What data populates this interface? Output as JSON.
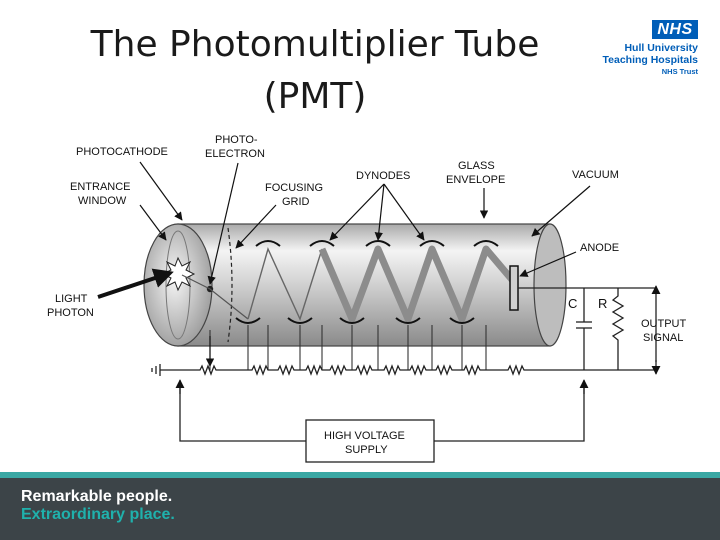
{
  "slide": {
    "title_line1": "The Photomultiplier Tube",
    "title_line2": "(PMT)"
  },
  "logo": {
    "badge": "NHS",
    "line1": "Hull University",
    "line2": "Teaching Hospitals",
    "line3": "NHS Trust",
    "badge_color": "#005eb8"
  },
  "diagram": {
    "labels": {
      "photocathode": "PHOTOCATHODE",
      "photoelectron_1": "PHOTO-",
      "photoelectron_2": "ELECTRON",
      "entrance_1": "ENTRANCE",
      "entrance_2": "WINDOW",
      "focusing_1": "FOCUSING",
      "focusing_2": "GRID",
      "dynodes": "DYNODES",
      "glass_1": "GLASS",
      "glass_2": "ENVELOPE",
      "vacuum": "VACUUM",
      "anode": "ANODE",
      "light_1": "LIGHT",
      "light_2": "PHOTON",
      "cap": "C",
      "res": "R",
      "output_1": "OUTPUT",
      "output_2": "SIGNAL",
      "hv_1": "HIGH VOLTAGE",
      "hv_2": "SUPPLY"
    }
  },
  "footer": {
    "tagline_1": "Remarkable people.",
    "tagline_2": "Extraordinary place.",
    "bg_color": "#3c4448",
    "accent_color": "#1fb1ac"
  }
}
